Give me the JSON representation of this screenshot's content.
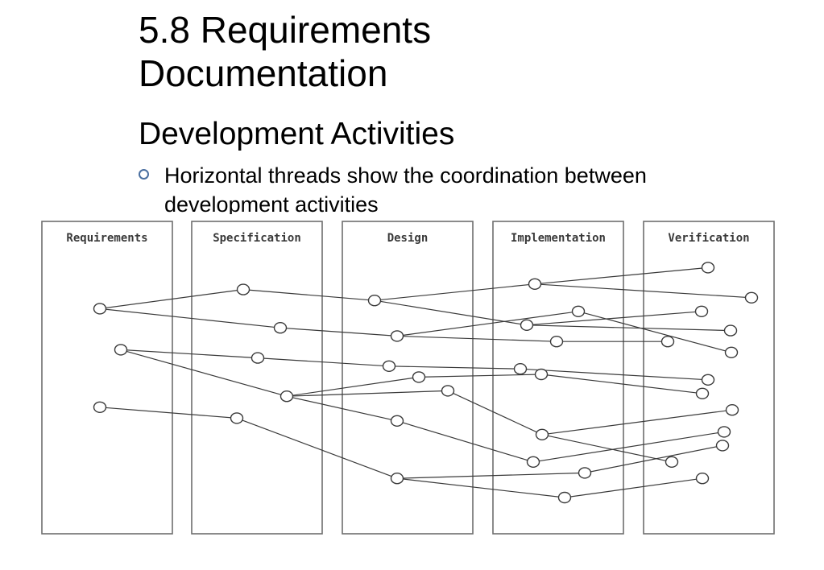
{
  "slide": {
    "title_line1": "5.8 Requirements",
    "title_line2": "Documentation",
    "subtitle": "Development Activities",
    "bullet": "Horizontal threads show the coordination between development activities"
  },
  "diagram": {
    "columns": [
      "Requirements",
      "Specification",
      "Design",
      "Implementation",
      "Verification"
    ],
    "nodes": [
      {
        "id": "r1",
        "col": 0,
        "row": 0.26
      },
      {
        "id": "r2",
        "col": 0,
        "row": 0.41
      },
      {
        "id": "r3",
        "col": 0,
        "row": 0.62
      },
      {
        "id": "s1",
        "col": 1,
        "row": 0.19
      },
      {
        "id": "s2",
        "col": 1,
        "row": 0.33
      },
      {
        "id": "s3",
        "col": 1,
        "row": 0.44
      },
      {
        "id": "s4",
        "col": 1,
        "row": 0.58
      },
      {
        "id": "s5",
        "col": 1,
        "row": 0.66
      },
      {
        "id": "d1",
        "col": 2,
        "row": 0.23
      },
      {
        "id": "d2",
        "col": 2,
        "row": 0.36
      },
      {
        "id": "d3",
        "col": 2,
        "row": 0.47
      },
      {
        "id": "d4",
        "col": 2,
        "row": 0.51
      },
      {
        "id": "d5",
        "col": 2,
        "row": 0.56
      },
      {
        "id": "d6",
        "col": 2,
        "row": 0.67
      },
      {
        "id": "d7",
        "col": 2,
        "row": 0.88
      },
      {
        "id": "i1",
        "col": 3,
        "row": 0.17
      },
      {
        "id": "i2",
        "col": 3,
        "row": 0.27
      },
      {
        "id": "i3",
        "col": 3,
        "row": 0.32
      },
      {
        "id": "i4",
        "col": 3,
        "row": 0.38
      },
      {
        "id": "i5",
        "col": 3,
        "row": 0.48
      },
      {
        "id": "i6",
        "col": 3,
        "row": 0.5
      },
      {
        "id": "i7",
        "col": 3,
        "row": 0.72
      },
      {
        "id": "i8",
        "col": 3,
        "row": 0.82
      },
      {
        "id": "i9",
        "col": 3,
        "row": 0.86
      },
      {
        "id": "i10",
        "col": 3,
        "row": 0.95
      },
      {
        "id": "v1",
        "col": 4,
        "row": 0.11
      },
      {
        "id": "v2",
        "col": 4,
        "row": 0.22
      },
      {
        "id": "v3",
        "col": 4,
        "row": 0.27
      },
      {
        "id": "v4",
        "col": 4,
        "row": 0.34
      },
      {
        "id": "v5",
        "col": 4,
        "row": 0.38
      },
      {
        "id": "v6",
        "col": 4,
        "row": 0.42
      },
      {
        "id": "v7",
        "col": 4,
        "row": 0.52
      },
      {
        "id": "v8",
        "col": 4,
        "row": 0.57
      },
      {
        "id": "v9",
        "col": 4,
        "row": 0.63
      },
      {
        "id": "v10",
        "col": 4,
        "row": 0.71
      },
      {
        "id": "v11",
        "col": 4,
        "row": 0.76
      },
      {
        "id": "v12",
        "col": 4,
        "row": 0.82
      },
      {
        "id": "v13",
        "col": 4,
        "row": 0.88
      }
    ],
    "edges": [
      [
        "r1",
        "s1"
      ],
      [
        "s1",
        "d1"
      ],
      [
        "d1",
        "i1"
      ],
      [
        "i1",
        "v1"
      ],
      [
        "i1",
        "v2"
      ],
      [
        "d1",
        "i3"
      ],
      [
        "i3",
        "v3"
      ],
      [
        "i3",
        "v4"
      ],
      [
        "r1",
        "s2"
      ],
      [
        "s2",
        "d2"
      ],
      [
        "d2",
        "i4"
      ],
      [
        "i4",
        "v5"
      ],
      [
        "d2",
        "i2"
      ],
      [
        "i2",
        "v6"
      ],
      [
        "r2",
        "s3"
      ],
      [
        "s3",
        "d3"
      ],
      [
        "d3",
        "i5"
      ],
      [
        "i5",
        "v7"
      ],
      [
        "r2",
        "s4"
      ],
      [
        "s4",
        "d4"
      ],
      [
        "d4",
        "i6"
      ],
      [
        "i6",
        "v8"
      ],
      [
        "s4",
        "d5"
      ],
      [
        "d5",
        "i7"
      ],
      [
        "i7",
        "v9"
      ],
      [
        "s4",
        "d6"
      ],
      [
        "d6",
        "i8"
      ],
      [
        "i8",
        "v10"
      ],
      [
        "r3",
        "s5"
      ],
      [
        "s5",
        "d7"
      ],
      [
        "d7",
        "i9"
      ],
      [
        "i9",
        "v11"
      ],
      [
        "d7",
        "i10"
      ],
      [
        "i10",
        "v13"
      ],
      [
        "i7",
        "v12"
      ]
    ]
  }
}
